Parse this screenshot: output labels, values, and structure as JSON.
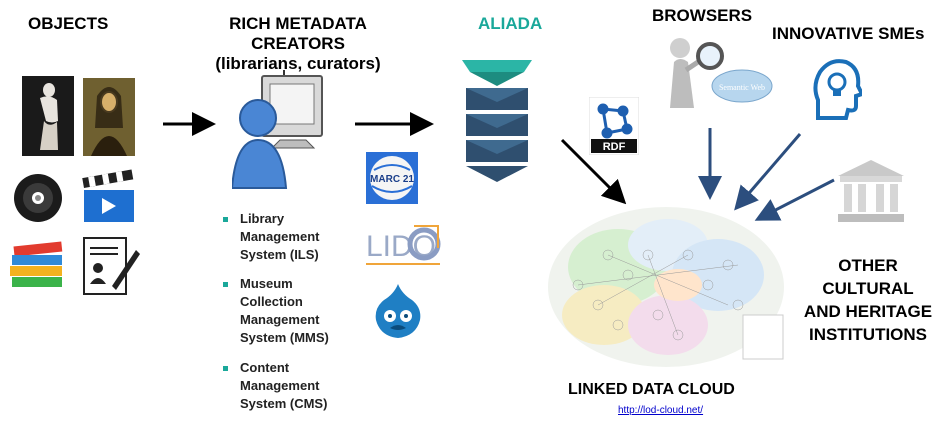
{
  "columns": {
    "objects": "OBJECTS",
    "creators_line1": "RICH METADATA CREATORS",
    "creators_line2": "(librarians, curators)",
    "aliada": "ALIADA",
    "browsers": "BROWSERS",
    "smes": "INNOVATIVE SMEs",
    "other_line1": "OTHER CULTURAL",
    "other_line2": "AND HERITAGE",
    "other_line3": "INSTITUTIONS"
  },
  "systems": [
    {
      "line1": "Library",
      "line2": "Management",
      "line3": "System (ILS)"
    },
    {
      "line1": "Museum",
      "line2": "Collection",
      "line3": "Management",
      "line4": "System (MMS)"
    },
    {
      "line1": "Content",
      "line2": "Management",
      "line3": "System (CMS)"
    }
  ],
  "formats": {
    "marc": "MARC 21",
    "lido": "LIDO",
    "rdf": "RDF"
  },
  "semantic_web_label": "Semantic Web",
  "cloud_title": "LINKED DATA CLOUD",
  "cloud_link": "http://lod-cloud.net/",
  "colors": {
    "aliada_teal": "#1aa89a",
    "aliada_navy": "#2f4f6f",
    "arrow_navy": "#2c4e7e",
    "bullet": "#1aa89a",
    "link": "#0000cc"
  },
  "icons": [
    "venus-statue-icon",
    "mona-lisa-icon",
    "dvd-icon",
    "clapperboard-icon",
    "books-icon",
    "certificate-icon",
    "librarian-computer-icon",
    "marc21-logo-icon",
    "lido-logo-icon",
    "drupal-icon",
    "aliada-stack-icon",
    "rdf-logo-icon",
    "magnifier-person-icon",
    "lightbulb-head-icon",
    "museum-building-icon",
    "lod-cloud-icon"
  ]
}
